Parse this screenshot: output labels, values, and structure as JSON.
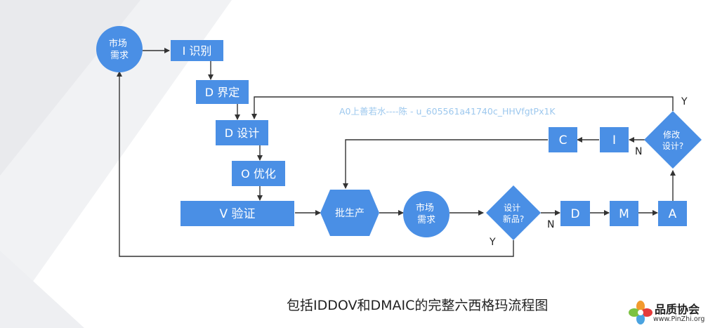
{
  "nodes": {
    "market1": "市场\n需求",
    "identify": "I 识别",
    "define": "D 界定",
    "design": "D 设计",
    "optimize": "O 优化",
    "verify": "V 验证",
    "batch": "批生产",
    "market2": "市场\n需求",
    "new_product": "设计\n新品?",
    "modify": "修改\n设计?",
    "d": "D",
    "m": "M",
    "a": "A",
    "i": "I",
    "c": "C"
  },
  "edge_labels": {
    "modify_yes": "Y",
    "modify_no": "N",
    "new_no": "N",
    "new_yes": "Y"
  },
  "watermark": "A0上善若水----陈 - u_605561a41740c_HHVfgtPx1K",
  "caption": "包括IDDOV和DMAIC的完整六西格玛流程图",
  "logo": {
    "name": "品质协会",
    "url": "www.PinZhi.org"
  },
  "colors": {
    "node": "#4a8fe5",
    "edge": "#333333"
  }
}
